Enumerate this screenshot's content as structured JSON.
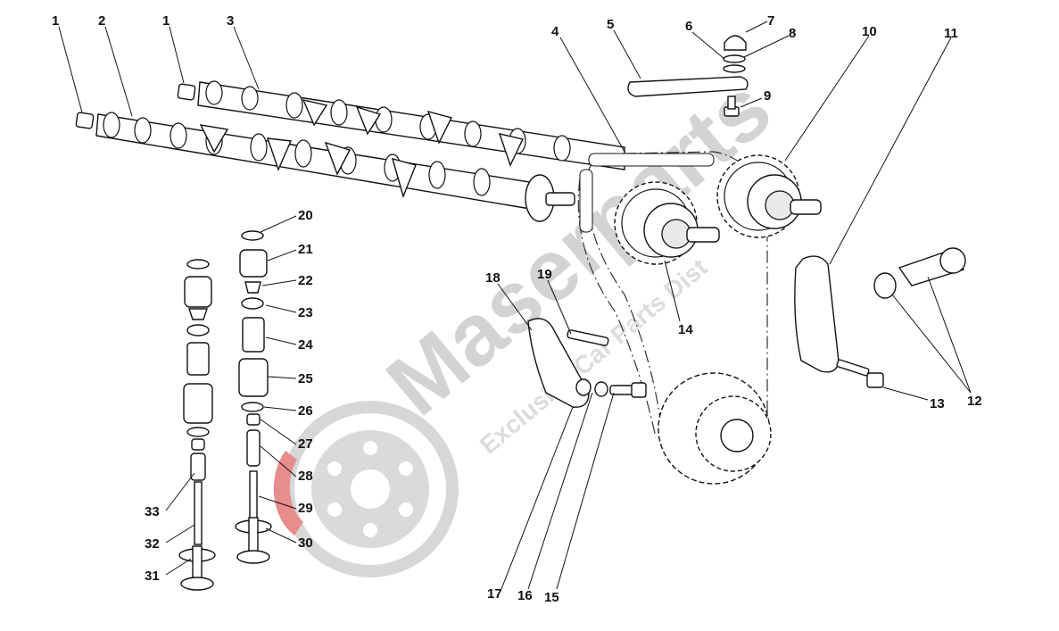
{
  "watermark": {
    "brand": "Maserparts",
    "tagline": "Exclusive Car Parts Dist"
  },
  "labels": [
    "1",
    "2",
    "1",
    "3",
    "4",
    "5",
    "6",
    "7",
    "8",
    "9",
    "10",
    "11",
    "12",
    "13",
    "14",
    "15",
    "16",
    "17",
    "18",
    "19",
    "20",
    "21",
    "22",
    "23",
    "24",
    "25",
    "26",
    "27",
    "28",
    "29",
    "30",
    "31",
    "32",
    "33"
  ],
  "colors": {
    "watermark_gray": "#cfcfcf",
    "watermark_red": "#e07070",
    "line": "#111111"
  }
}
